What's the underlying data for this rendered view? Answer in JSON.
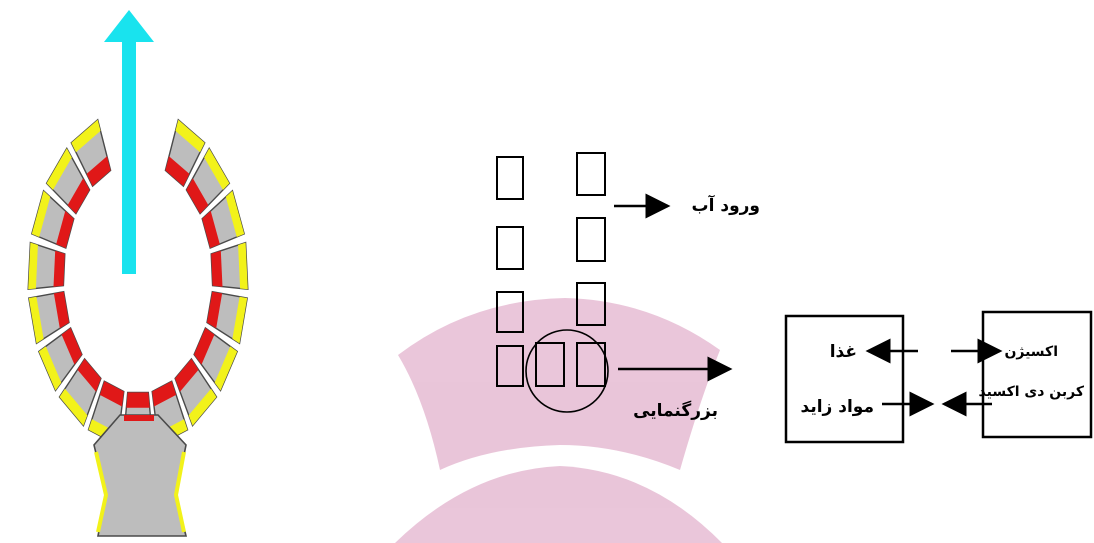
{
  "labels": {
    "water_entry": "ورود آب",
    "magnification": "بزرگنمایی",
    "food": "غذا",
    "waste": "مواد زاید",
    "oxygen": "اکسیژن",
    "co2": "کربن دی اکسید"
  },
  "colors": {
    "flow_arrow": "#19e3ee",
    "cell_body": "#bdbdbd",
    "cell_outline": "#4a4a4a",
    "outer_layer": "#f2f21a",
    "inner_layer": "#e01818",
    "watermark": "#c86a9e"
  }
}
